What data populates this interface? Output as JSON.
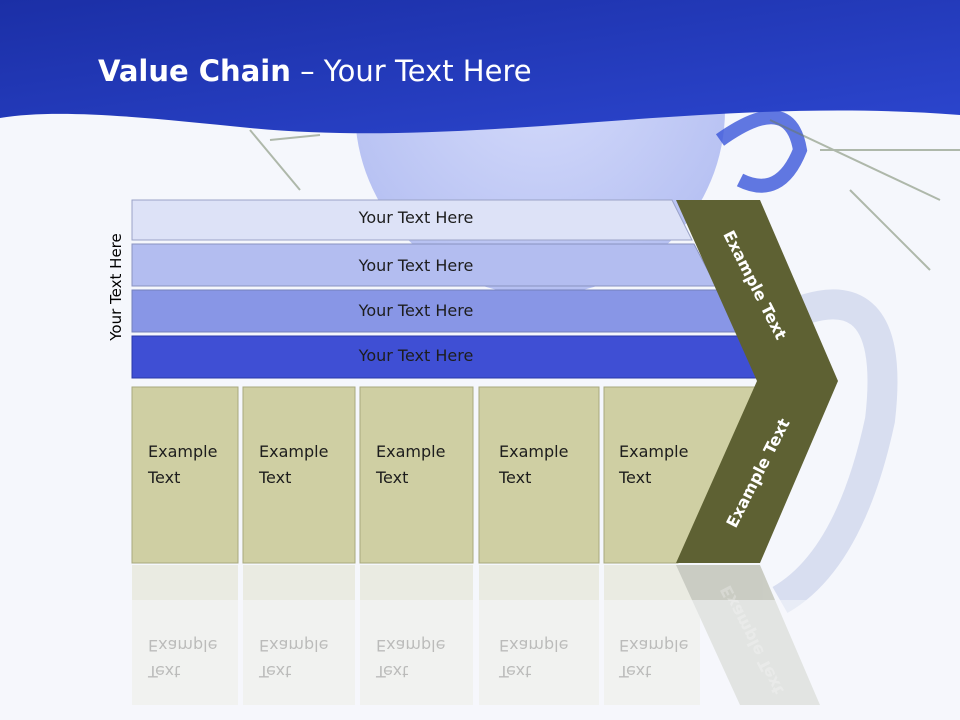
{
  "title": {
    "bold": "Value Chain",
    "rest": " – Your Text Here"
  },
  "side_label": "Your Text Here",
  "rows": [
    {
      "label": "Your Text Here",
      "color": "#dde2f7"
    },
    {
      "label": "Your Text Here",
      "color": "#b3bdf0"
    },
    {
      "label": "Your Text Here",
      "color": "#8896e6"
    },
    {
      "label": "Your Text Here",
      "color": "#3f4fd4"
    }
  ],
  "cards": [
    {
      "line1": "Example",
      "line2": "Text"
    },
    {
      "line1": "Example",
      "line2": "Text"
    },
    {
      "line1": "Example",
      "line2": "Text"
    },
    {
      "line1": "Example",
      "line2": "Text"
    },
    {
      "line1": "Example",
      "line2": "Text"
    }
  ],
  "chevron": {
    "top_text": "Example Text",
    "bottom_text": "Example Text",
    "color": "#5e6133"
  },
  "colors": {
    "header": "#1f34b3",
    "card": "#cfcfa3",
    "card_border": "#a8a87e"
  }
}
